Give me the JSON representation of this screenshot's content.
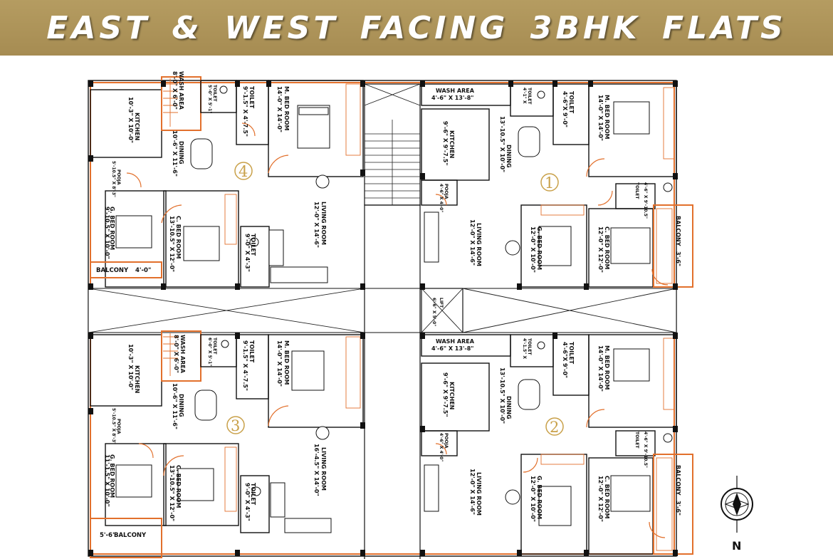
{
  "header": {
    "title": "EAST & WEST FACING 3BHK FLATS",
    "background_color": "#a68c52",
    "text_color": "#ffffff"
  },
  "plan": {
    "wall_color": "#e2702c",
    "units": [
      {
        "number": "1",
        "rooms": {
          "wash_area": {
            "name": "WASH AREA",
            "size": "4'-6\" X 13'-8\""
          },
          "toilet_small": {
            "name": "TOILET",
            "size": "4'-1\" X"
          },
          "toilet": {
            "name": "TOILET",
            "size": "4'-6\"X 9'-0\""
          },
          "master_bed": {
            "name": "M. BED ROOM",
            "size": "14'-0\" X 14'-0\""
          },
          "kitchen": {
            "name": "KITCHEN",
            "size": "9'-6\" X 9'-7.5\""
          },
          "dining": {
            "name": "DINING",
            "size": "13'-10.5\" X 10'-0\""
          },
          "pooja": {
            "name": "POOJA",
            "size": "4'-6\" X 4'-0\""
          },
          "toilet_2": {
            "name": "TOILET",
            "size": "4'-6\" X 9'-10.5\""
          },
          "living": {
            "name": "LIVING ROOM",
            "size": "12'-0\" X 14'-6\""
          },
          "guest_bed": {
            "name": "G. BED ROOM",
            "size": "12'-0\" X 10'-0\""
          },
          "child_bed": {
            "name": "C. BED ROOM",
            "size": "12'-0\" X 12'-0\""
          },
          "balcony": {
            "name": "BALCONY",
            "size": "3'-6\""
          }
        }
      },
      {
        "number": "2",
        "rooms": {
          "wash_area": {
            "name": "WASH AREA",
            "size": "4'-6\" X 13'-8\""
          },
          "toilet_small": {
            "name": "TOILET",
            "size": "4'-1.5\" X"
          },
          "toilet": {
            "name": "TOILET",
            "size": "4'-6\"X 9'-0\""
          },
          "master_bed": {
            "name": "M. BED ROOM",
            "size": "14'-0\" X 14'-0\""
          },
          "kitchen": {
            "name": "KITCHEN",
            "size": "9'-6\" X 9'-7.5\""
          },
          "dining": {
            "name": "DINING",
            "size": "13'-10.5\" X 10'-0\""
          },
          "pooja": {
            "name": "POOJA",
            "size": "4'-6\" X 4'-0\""
          },
          "toilet_2": {
            "name": "TOILET",
            "size": "4'-6\" X 9'-10.5\""
          },
          "living": {
            "name": "LIVING ROOM",
            "size": "12'-0\" X 14'-6\""
          },
          "guest_bed": {
            "name": "G. BED ROOM",
            "size": "12'-0\" X 10'-0\""
          },
          "child_bed": {
            "name": "C. BED ROOM",
            "size": "12'-0\" X 12'-0\""
          },
          "balcony": {
            "name": "BALCONY",
            "size": "3'-6\""
          }
        }
      },
      {
        "number": "3",
        "rooms": {
          "wash_area": {
            "name": "WASH AREA",
            "size": "8'-0\" X 6'-0\""
          },
          "toilet_small": {
            "name": "TOILET",
            "size": "6'-0\" X 5'-1\""
          },
          "toilet": {
            "name": "TOILET",
            "size": "9'-1.5\" X 4'-7.5\""
          },
          "master_bed": {
            "name": "M. BED ROOM",
            "size": "14'-0\" X 14'-0\""
          },
          "kitchen": {
            "name": "KITCHEN",
            "size": "10'-3\" X 10'-0\""
          },
          "dining": {
            "name": "DINING",
            "size": "10'-6\" X 11'-6\""
          },
          "pooja": {
            "name": "POOJA",
            "size": "5'-10.5\" X 8'-3\""
          },
          "toilet_2": {
            "name": "TOILET",
            "size": "9'-0\" X 4'-3\""
          },
          "living": {
            "name": "LIVING ROOM",
            "size": "16'-4.5\" X 14'-0\""
          },
          "guest_bed": {
            "name": "G. BED ROOM",
            "size": "11'-1.5\" X 10'-0\""
          },
          "child_bed": {
            "name": "C. BED ROOM",
            "size": "13'-10.5\" X 12'-0\""
          },
          "balcony": {
            "name": "BALCONY",
            "size": "5'-6\""
          }
        }
      },
      {
        "number": "4",
        "rooms": {
          "wash_area": {
            "name": "WASH AREA",
            "size": "8'-0\" X 6'-0\""
          },
          "toilet_small": {
            "name": "TOILET",
            "size": "5'-0\" X 5'-1\""
          },
          "toilet": {
            "name": "TOILET",
            "size": "9'-1.5\" X 4'-7.5\""
          },
          "master_bed": {
            "name": "M. BED ROOM",
            "size": "14'-0\" X 14'-0\""
          },
          "kitchen": {
            "name": "KITCHEN",
            "size": "10'-3\" X 10'-0\""
          },
          "dining": {
            "name": "DINING",
            "size": "10'-6\" X 11'-6\""
          },
          "pooja": {
            "name": "POOJA",
            "size": "5'-10.5\" X 8'-3\""
          },
          "toilet_2": {
            "name": "TOILET",
            "size": "9'-0\" X 4'-3\""
          },
          "living": {
            "name": "LIVING ROOM",
            "size": "12'-0\" X 14'-6\""
          },
          "guest_bed": {
            "name": "G. BED ROOM",
            "size": "9'-10.5\" X 10'-0\""
          },
          "child_bed": {
            "name": "C. BED ROOM",
            "size": "13'-10.5\" X 12'-0\""
          },
          "balcony": {
            "name": "BALCONY",
            "size": "4'-0\""
          }
        }
      }
    ],
    "lift": {
      "name": "LIFT",
      "size": "6'-6\" X 5'-0\""
    },
    "compass": {
      "north_label": "N"
    }
  }
}
